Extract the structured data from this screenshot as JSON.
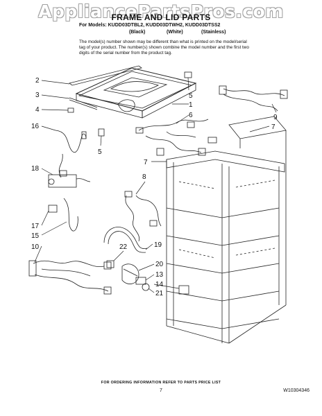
{
  "watermark": "AppliancePartsPros.com",
  "header": {
    "title": "FRAME AND LID PARTS",
    "models_line": "For Models: KUDD03DTBL2, KUDD03DTWH2, KUDD03DTSS2",
    "variants": [
      "(Black)",
      "(White)",
      "(Stainless)"
    ],
    "note": "The model(s) number shown may be different than what is printed on the model/serial tag of your product. The number(s) shown combine the model number and the first two digits of the serial number from the product tag."
  },
  "callouts": [
    "2",
    "3",
    "4",
    "16",
    "5",
    "5",
    "1",
    "6",
    "9",
    "7",
    "7",
    "18",
    "8",
    "17",
    "15",
    "10",
    "22",
    "19",
    "20",
    "13",
    "14",
    "21"
  ],
  "footer": {
    "ordering_info": "FOR ORDERING INFORMATION REFER TO PARTS PRICE LIST",
    "page_number": "7",
    "doc_id": "W10304346"
  },
  "colors": {
    "line": "#222222",
    "watermark_outline": "#999999"
  }
}
